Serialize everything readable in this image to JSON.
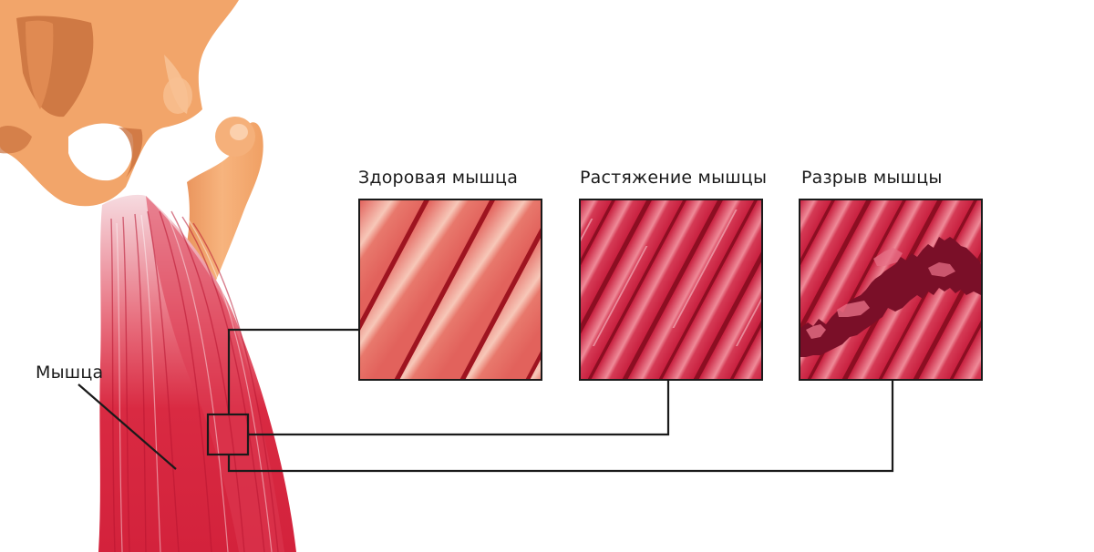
{
  "diagram": {
    "anatomy": {
      "bone_label": "",
      "muscle_label": "Мышца",
      "colors": {
        "bone": "#f2a56a",
        "bone_shadow": "#c8733f",
        "bone_highlight": "#f9c9a0",
        "muscle": "#d92a42",
        "muscle_light": "#f5b8c2",
        "line": "#1a1a1a"
      }
    },
    "panels": [
      {
        "id": "healthy",
        "title": "Здоровая мышца",
        "colors": {
          "base": "#e2625c",
          "stripe": "#9e1420",
          "highlight": "#f7c7b8"
        }
      },
      {
        "id": "strain",
        "title": "Растяжение мышцы",
        "colors": {
          "base": "#cf2a4a",
          "stripe": "#8c0e22",
          "highlight": "#ef8a98"
        }
      },
      {
        "id": "tear",
        "title": "Разрыв мышцы",
        "colors": {
          "base": "#cf2a4a",
          "stripe": "#8c0e22",
          "highlight": "#ef8a98",
          "tear": "#7a0f28"
        }
      }
    ]
  }
}
